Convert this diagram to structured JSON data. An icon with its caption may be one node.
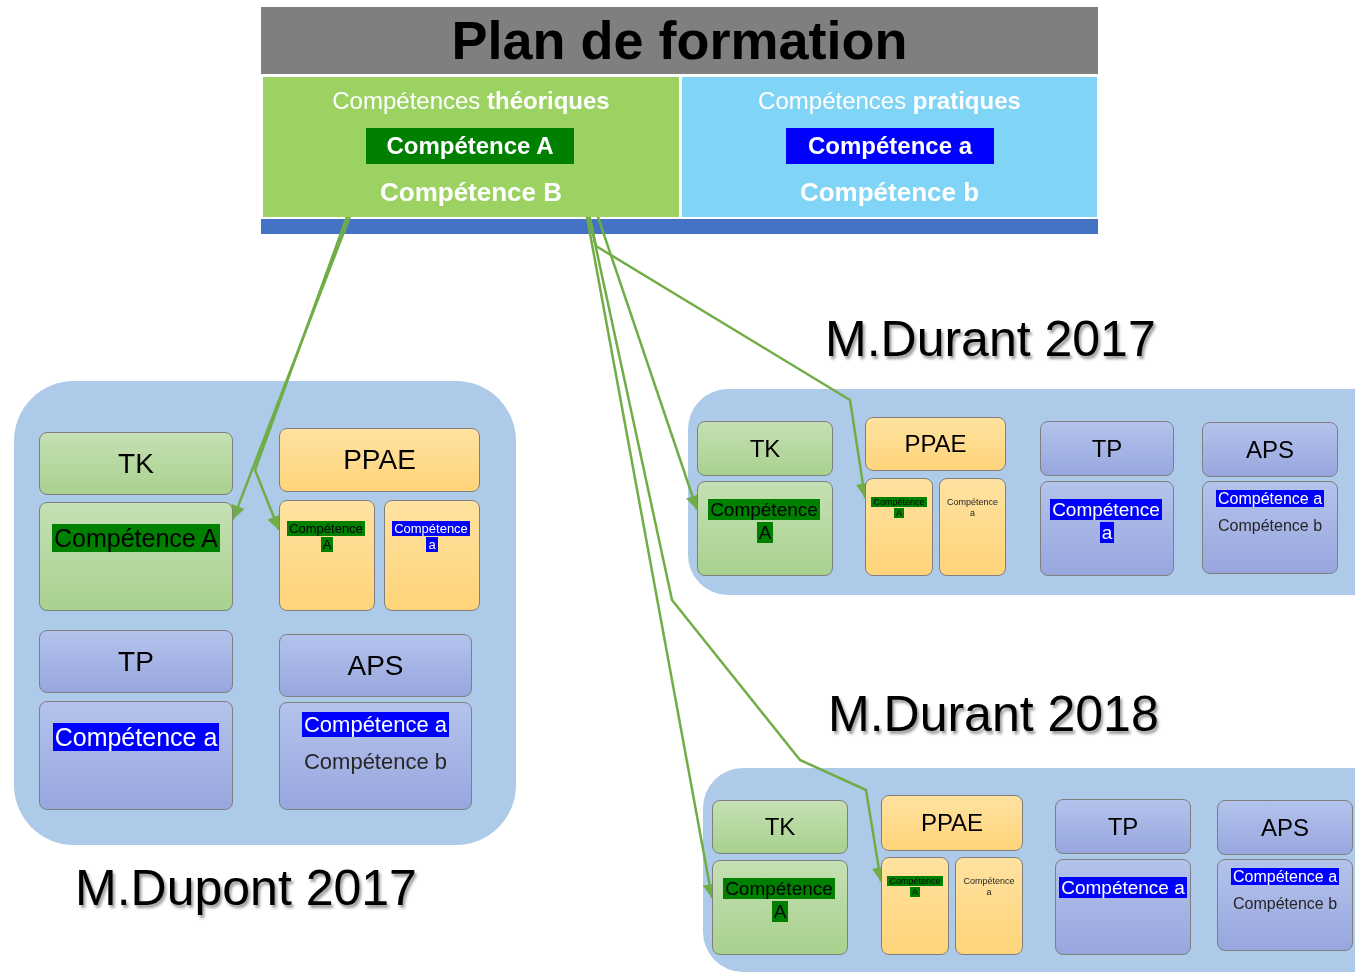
{
  "diagram": {
    "title": "Plan de formation",
    "nodes": [
      {
        "text": [
          "Compétences **théoriques**",
          "Compétence B"
        ]
      },
      {
        "text": [
          "Compétence A"
        ],
        "in": 0
      },
      {
        "text": [
          "Compétences **pratiques**",
          "Compétence b"
        ]
      },
      {
        "text": [
          "Compétence a"
        ],
        "in": 2
      },
      {
        "text": [
          "M.Dupont 2017"
        ]
      },
      {
        "text": [
          "TK"
        ],
        "in": 4
      },
      {
        "text": [
          "Compétence A"
        ],
        "in": 4
      },
      {
        "text": [
          "PPAE"
        ],
        "in": 4
      },
      {
        "text": [
          "Compétence A"
        ],
        "in": 4
      },
      {
        "text": [
          "Compétence a"
        ],
        "in": 4
      },
      {
        "text": [
          "TP"
        ],
        "in": 4
      },
      {
        "text": [
          "Compétence a"
        ],
        "in": 4
      },
      {
        "text": [
          "APS"
        ],
        "in": 4
      },
      {
        "text": [
          "Compétence a",
          "Compétence b"
        ],
        "in": 4
      },
      {
        "text": [
          "M.Durant 2017"
        ]
      },
      {
        "text": [
          "TK"
        ],
        "in": 14
      },
      {
        "text": [
          "Compétence A"
        ],
        "in": 14
      },
      {
        "text": [
          "PPAE"
        ],
        "in": 14
      },
      {
        "text": [
          "Compétence A"
        ],
        "in": 14
      },
      {
        "text": [
          "Compétence a"
        ],
        "in": 14
      },
      {
        "text": [
          "TP"
        ],
        "in": 14
      },
      {
        "text": [
          "Compétence a"
        ],
        "in": 14
      },
      {
        "text": [
          "APS"
        ],
        "in": 14
      },
      {
        "text": [
          "Compétence a",
          "Compétence b"
        ],
        "in": 14
      },
      {
        "text": [
          "M.Durant 2018"
        ]
      },
      {
        "text": [
          "TK"
        ],
        "in": 24
      },
      {
        "text": [
          "Compétence A"
        ],
        "in": 24
      },
      {
        "text": [
          "PPAE"
        ],
        "in": 24
      },
      {
        "text": [
          "Compétence A"
        ],
        "in": 24
      },
      {
        "text": [
          "Compétence a"
        ],
        "in": 24
      },
      {
        "text": [
          "TP"
        ],
        "in": 24
      },
      {
        "text": [
          "Compétence a"
        ],
        "in": 24
      },
      {
        "text": [
          "APS"
        ],
        "in": 24
      },
      {
        "text": [
          "Compétence a",
          "Compétence b"
        ],
        "in": 24
      },
      {
        "text": [],
        "shape": "bar"
      }
    ],
    "edges": [
      {
        "from": 1,
        "to": 6,
        "arrow": "to"
      },
      {
        "from": 1,
        "to": 8,
        "arrow": "to"
      },
      {
        "from": 1,
        "to": 16,
        "arrow": "to"
      },
      {
        "from": 1,
        "to": 18,
        "arrow": "to"
      },
      {
        "from": 1,
        "to": 26,
        "arrow": "to"
      },
      {
        "from": 1,
        "to": 28,
        "arrow": "to"
      }
    ]
  }
}
